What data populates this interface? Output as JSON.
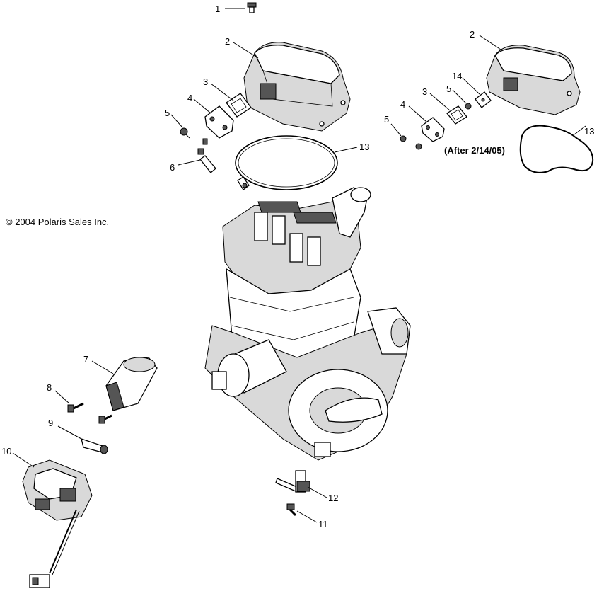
{
  "copyright": "© 2004 Polaris Sales Inc.",
  "note": "(After 2/14/05)",
  "callouts": {
    "c1": "1",
    "c2a": "2",
    "c2b": "2",
    "c3a": "3",
    "c3b": "3",
    "c4a": "4",
    "c4b": "4",
    "c5a": "5",
    "c5b": "5",
    "c5c": "5",
    "c6": "6",
    "c7": "7",
    "c8": "8",
    "c9": "9",
    "c10": "10",
    "c11": "11",
    "c12": "12",
    "c13a": "13",
    "c13b": "13",
    "c14": "14"
  }
}
